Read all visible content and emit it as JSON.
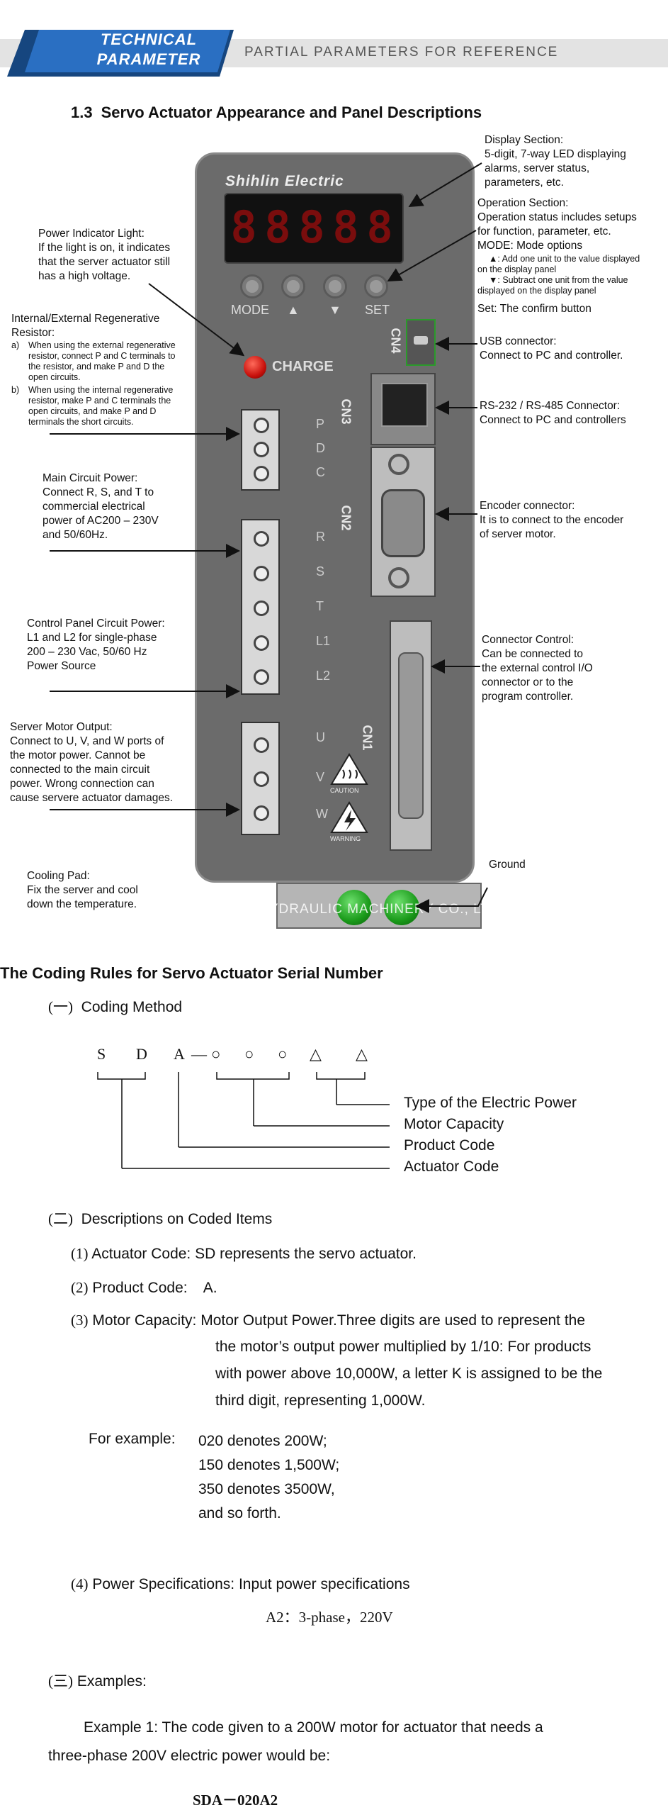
{
  "header": {
    "title_line1": "TECHNICAL",
    "title_line2": "PARAMETER",
    "subtitle": "PARTIAL PARAMETERS FOR REFERENCE"
  },
  "section": {
    "number": "1.3",
    "title": "Servo Actuator Appearance and Panel Descriptions"
  },
  "device": {
    "brand": "Shihlin Electric",
    "led_digits": [
      "8",
      "8",
      "8",
      "8",
      "8"
    ],
    "keys": [
      "MODE",
      "▲",
      "▼",
      "SET"
    ],
    "charge_label": "CHARGE",
    "terminals_top": [
      "P",
      "D",
      "C"
    ],
    "terminals_mid": [
      "R",
      "S",
      "T",
      "L1",
      "L2"
    ],
    "terminals_bottom": [
      "U",
      "V",
      "W"
    ],
    "connectors": [
      "CN4",
      "CN3",
      "CN2",
      "CN1"
    ],
    "caution_label": "CAUTION",
    "warning_label": "WARNING",
    "watermark": "FENHUAN HYDRAULIC MACHINERY CO., LTD"
  },
  "callouts": {
    "display": [
      "Display Section:",
      "5-digit, 7-way LED displaying",
      "alarms, server status,",
      "parameters, etc."
    ],
    "operation": [
      "Operation Section:",
      "Operation status includes setups",
      "for function, parameter, etc.",
      "MODE: Mode options"
    ],
    "operation_small": [
      "▲: Add one unit to the value displayed",
      "on the display panel",
      "▼: Subtract one unit from the value",
      "displayed on the display panel"
    ],
    "operation_set": "Set: The confirm button",
    "power_indicator": [
      "Power Indicator Light:",
      "If the light is on, it indicates",
      "that the server actuator still",
      "has a high voltage."
    ],
    "regenerative_title": [
      "Internal/External    Regenerative",
      "Resistor:"
    ],
    "regenerative_a": [
      "a)",
      "When using the external regenerative",
      "resistor, connect P and C terminals to",
      "the resistor, and make P and D the",
      "open circuits."
    ],
    "regenerative_b": [
      "b)",
      "When using the internal regenerative",
      "resistor, make P and C terminals the",
      "open circuits, and make P and D",
      "terminals the short circuits."
    ],
    "usb": [
      "USB connector:",
      "Connect to PC and controller."
    ],
    "rs": [
      "RS-232 / RS-485 Connector:",
      "Connect to PC and controllers"
    ],
    "main_power": [
      "Main Circuit Power:",
      "Connect R, S, and T to",
      "commercial electrical",
      "power of AC200 – 230V",
      "and 50/60Hz."
    ],
    "encoder": [
      "Encoder connector:",
      "It is to connect to the encoder",
      "of server motor."
    ],
    "control_power": [
      "Control Panel Circuit Power:",
      "L1 and L2 for single-phase",
      "200 – 230 Vac, 50/60 Hz",
      "Power Source"
    ],
    "connector_control": [
      "Connector Control:",
      "Can be connected to",
      "the external control I/O",
      "connector or to the",
      "program controller."
    ],
    "motor_output": [
      "Server Motor Output:",
      "Connect to U, V, and W ports of",
      "the motor power. Cannot be",
      "connected to the main circuit",
      "power. Wrong connection can",
      "cause servere actuator damages."
    ],
    "ground": "Ground",
    "cooling": [
      "Cooling Pad:",
      "Fix   the   server   and   cool",
      "down the temperature."
    ]
  },
  "coding": {
    "heading": "The Coding Rules for Servo Actuator Serial Number",
    "method_idx": "(一)",
    "method_label": "Coding Method",
    "code_symbols": [
      "S",
      "D",
      "A",
      "—",
      "○",
      "○",
      "○",
      "△",
      "△"
    ],
    "code_labels": [
      "Type of the Electric Power",
      "Motor Capacity",
      "Product Code",
      "Actuator Code"
    ],
    "desc_idx": "(二)",
    "desc_label": "Descriptions on Coded Items",
    "items": [
      {
        "idx": "(1)",
        "text": "Actuator Code: SD represents the servo actuator."
      },
      {
        "idx": "(2)",
        "text": "Product Code:    A."
      },
      {
        "idx": "(3)",
        "label": "Motor Capacity:",
        "text1": "Motor Output Power.Three digits are used to represent the",
        "text2": "the motor’s output power multiplied by 1/10: For products",
        "text3": "with power above 10,000W, a letter K is assigned to be the",
        "text4": "third digit, representing 1,000W."
      }
    ],
    "example_label": "For example:",
    "examples": [
      "020 denotes 200W;",
      "150 denotes 1,500W;",
      "350 denotes 3500W,",
      "and so forth."
    ],
    "power_idx": "(4)",
    "power_text": "Power Specifications: Input power specifications",
    "power_value": "A2：3-phase，220V",
    "examples_idx": "(三)",
    "examples_label": "Examples:",
    "example1_line1": "Example 1: The code given to a 200W motor for actuator that needs a",
    "example1_line2": "three-phase 200V electric power would be:",
    "example1_code": "SDA－020A2"
  },
  "colors": {
    "banner_blue": "#1f5fb0",
    "banner_grey": "#e3e3e3",
    "led_red": "#7a0d0d",
    "ground_green": "#1a9a1a"
  }
}
